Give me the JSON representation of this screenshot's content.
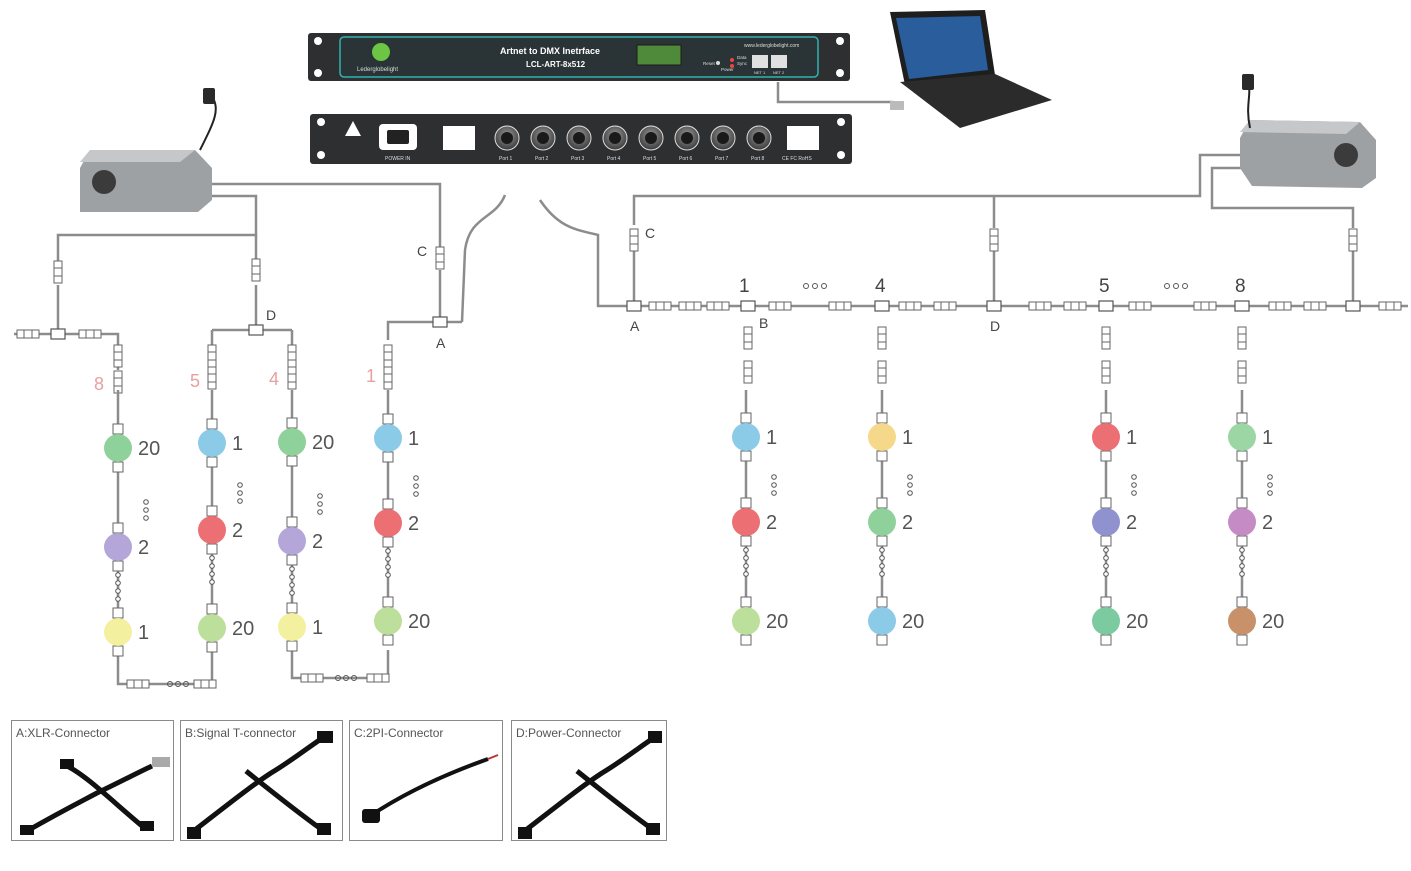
{
  "device_top": {
    "title": "Artnet to DMX Inetrface",
    "model": "LCL-ART-8x512",
    "brand": "Lederglobelight",
    "website": "www.lederglobelight.com",
    "indicators": [
      "Reset",
      "Power",
      "Data",
      "Sync"
    ],
    "ports_labels": [
      "NET 1",
      "NET 2"
    ]
  },
  "device_bottom": {
    "power_label": "POWER IN",
    "ports": [
      "Port 1",
      "Port 2",
      "Port 3",
      "Port 4",
      "Port 5",
      "Port 6",
      "Port 7",
      "Port 8"
    ],
    "cert": "CE FC RoHS"
  },
  "connector_labels": {
    "A": "A",
    "B": "B",
    "C": "C",
    "D": "D"
  },
  "left_section": {
    "channel_labels": [
      "8",
      "5",
      "4",
      "1"
    ],
    "columns": [
      {
        "numbers": [
          "20",
          "2",
          "1"
        ],
        "colors": [
          "#8fd19a",
          "#b4a6d8",
          "#f3f0a0"
        ]
      },
      {
        "numbers": [
          "1",
          "2",
          "20"
        ],
        "colors": [
          "#8ccbe8",
          "#ec6f73",
          "#bddf9c"
        ]
      },
      {
        "numbers": [
          "20",
          "2",
          "1"
        ],
        "colors": [
          "#8fd19a",
          "#b4a6d8",
          "#f3f0a0"
        ]
      },
      {
        "numbers": [
          "1",
          "2",
          "20"
        ],
        "colors": [
          "#8ccbe8",
          "#ec6f73",
          "#bddf9c"
        ]
      }
    ]
  },
  "right_section": {
    "column_labels": [
      "1",
      "4",
      "5",
      "8"
    ],
    "columns": [
      {
        "numbers": [
          "1",
          "2",
          "20"
        ],
        "colors": [
          "#8ccbe8",
          "#ec6f73",
          "#bddf9c"
        ]
      },
      {
        "numbers": [
          "1",
          "2",
          "20"
        ],
        "colors": [
          "#f5d88a",
          "#8fd19a",
          "#8ccbe8"
        ]
      },
      {
        "numbers": [
          "1",
          "2",
          "20"
        ],
        "colors": [
          "#ec6f73",
          "#8f92cf",
          "#7ccba0"
        ]
      },
      {
        "numbers": [
          "1",
          "2",
          "20"
        ],
        "colors": [
          "#9dd6a5",
          "#c48bc4",
          "#c9916a"
        ]
      }
    ]
  },
  "legend": [
    {
      "title": "A:XLR-Connector"
    },
    {
      "title": "B:Signal T-connector"
    },
    {
      "title": "C:2PI-Connector"
    },
    {
      "title": "D:Power-Connector"
    }
  ]
}
